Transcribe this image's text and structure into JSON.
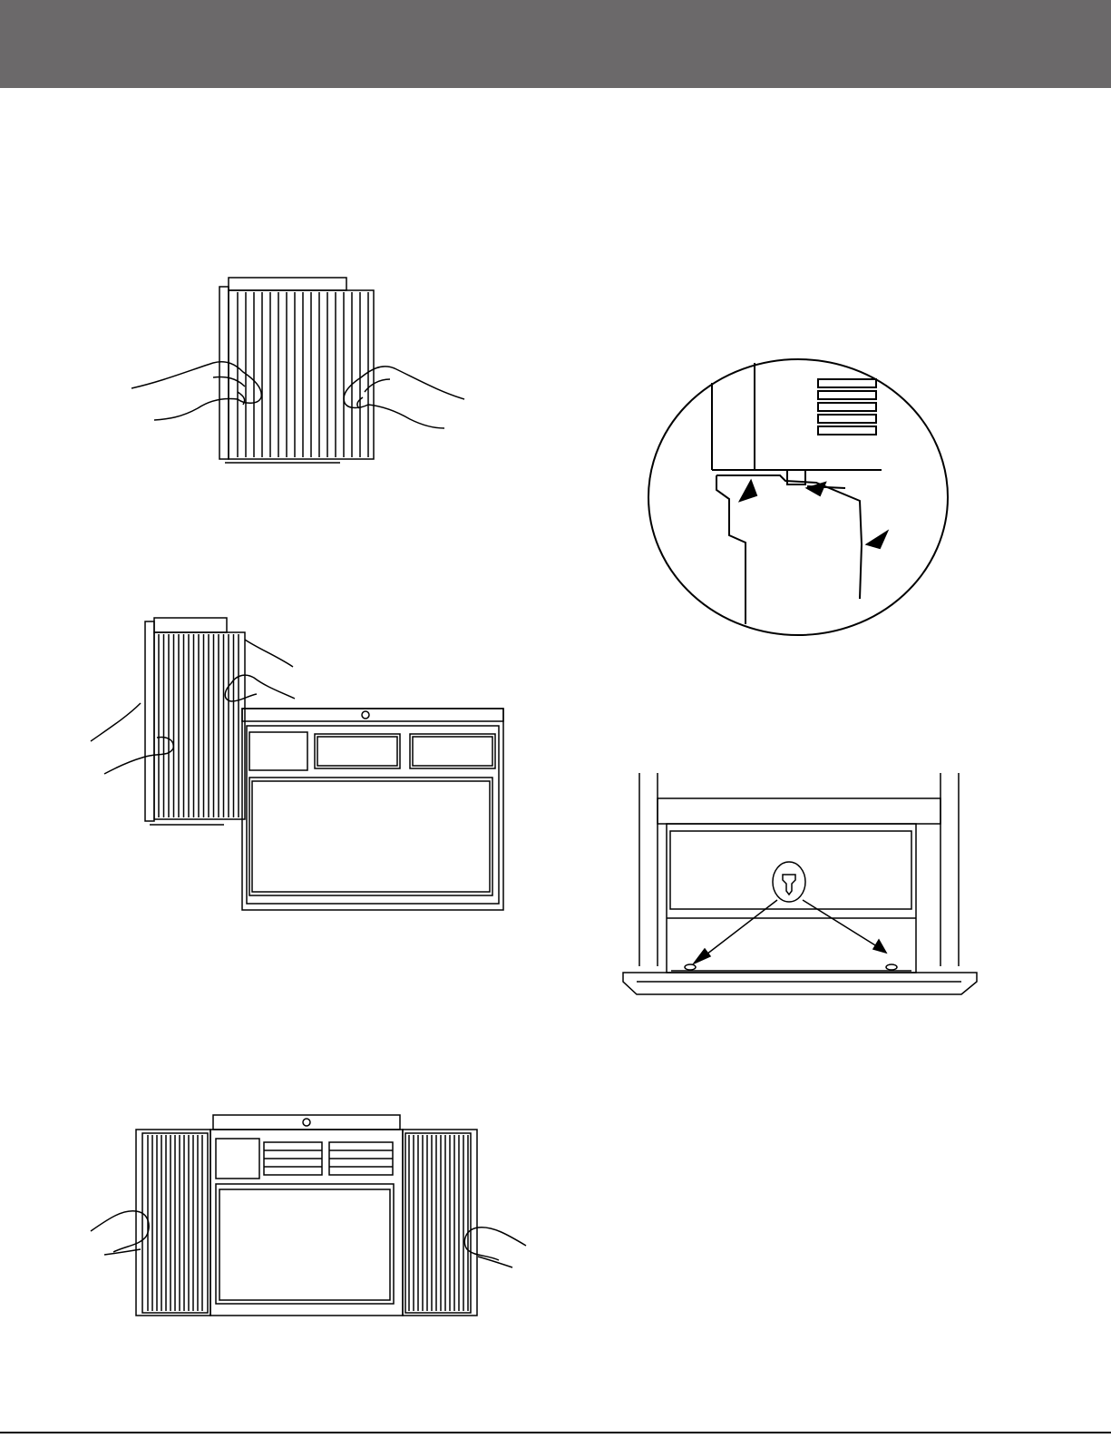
{
  "header": {
    "bar_color": "#6b696a"
  },
  "figures": [
    {
      "name": "side-panel-hands-figure"
    },
    {
      "name": "slide-panel-into-unit-figure"
    },
    {
      "name": "extended-panels-unit-figure"
    },
    {
      "name": "sill-bracket-detail-figure"
    },
    {
      "name": "window-installation-screws-figure"
    }
  ],
  "colors": {
    "line": "#000000",
    "page": "#ffffff"
  }
}
